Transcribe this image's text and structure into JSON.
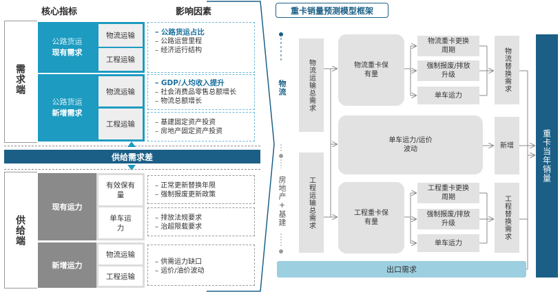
{
  "left": {
    "header_core": "核心指标",
    "header_factors": "影响因素",
    "demand_label": "需求端",
    "supply_label": "供给端",
    "gap_label": "供给需求差",
    "demand_rows": [
      {
        "category_line1": "公路货运",
        "category_line2": "现有需求",
        "modes": [
          "物流运输",
          "工程运输"
        ],
        "factors": [
          "公路货运占比",
          "公路运营里程",
          "经济运行结构"
        ],
        "highlight_first": true
      },
      {
        "category_line1": "公路货运",
        "category_line2": "新增需求",
        "modes": [
          "物流运输",
          "工程运输"
        ],
        "factors": [
          "GDP/人均收入提升",
          "社会消费品零售总额增长",
          "物流总额增长",
          "基建固定资产投资",
          "房地产固定资产投资"
        ],
        "highlight_first": true
      }
    ],
    "supply_rows": [
      {
        "category": "现有运力",
        "items": [
          {
            "mode": "有效保有量",
            "factors": [
              "正常更新替换年限",
              "强制报废更新政策"
            ]
          },
          {
            "mode": "单车运力",
            "factors": [
              "排放法规要求",
              "治超限载要求"
            ]
          }
        ]
      },
      {
        "category": "新增运力",
        "modes": [
          "物流运输",
          "工程运输"
        ],
        "factors": [
          "供需运力缺口",
          "运价/油价波动"
        ]
      }
    ]
  },
  "right": {
    "title": "重卡销量预测模型框架",
    "axis_logistics": "物流",
    "axis_realestate": "房地产+基建",
    "logistics_demand": "物流运输总需求",
    "engineering_demand": "工程运输总需求",
    "logistics_fleet": "物流重卡保有量",
    "engineering_fleet": "工程重卡保有量",
    "logistics_sub": [
      "物流重卡更换周期",
      "强制报废/排放升级",
      "单车运力"
    ],
    "engineering_sub": [
      "工程重卡更换周期",
      "强制报废/排放升级",
      "单车运力"
    ],
    "middle": "单车运力/运价波动",
    "logistics_replace": "物流替换需求",
    "new_add": "新增",
    "engineering_replace": "工程替换需求",
    "export": "出口需求",
    "result": "重卡当年销量"
  },
  "colors": {
    "teal": "#1d9bc0",
    "dark_blue": "#1b5f86",
    "grey": "#e2e2e2",
    "export": "#9ccfe0"
  }
}
